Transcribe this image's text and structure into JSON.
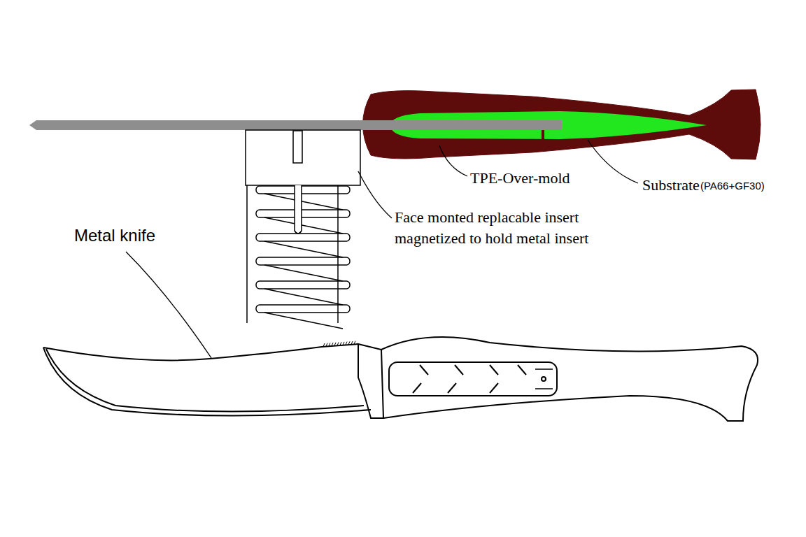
{
  "diagram": {
    "labels": [
      "TPE-Over-mold",
      "Substrate",
      "(PA66+GF30)",
      "Face monted replacable insert magnetized to hold metal insert",
      "Metal knife"
    ]
  }
}
